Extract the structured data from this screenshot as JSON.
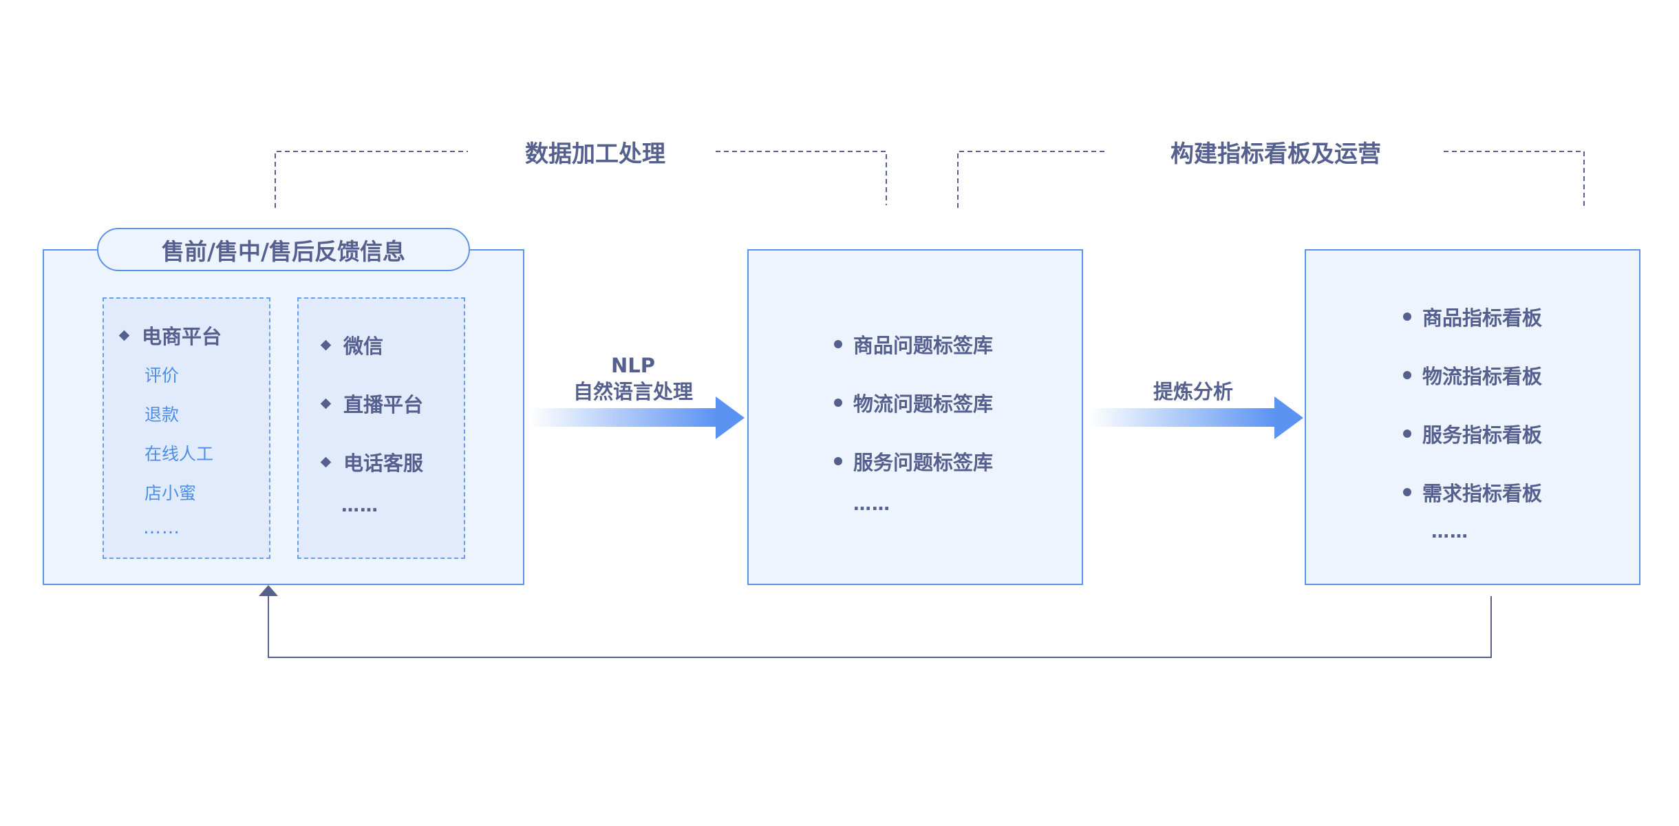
{
  "sections": {
    "left_title": "数据加工处理",
    "right_title": "构建指标看板及运营"
  },
  "source_box": {
    "title": "售前/售中/售后反馈信息",
    "group1": {
      "header": "电商平台",
      "items": [
        "评价",
        "退款",
        "在线人工",
        "店小蜜"
      ],
      "ellipsis": "……"
    },
    "group2": {
      "items": [
        "微信",
        "直播平台",
        "电话客服"
      ],
      "ellipsis": "……"
    }
  },
  "arrow1": {
    "line1": "NLP",
    "line2": "自然语言处理"
  },
  "tag_box": {
    "items": [
      "商品问题标签库",
      "物流问题标签库",
      "服务问题标签库"
    ],
    "ellipsis": "……"
  },
  "arrow2": {
    "label": "提炼分析"
  },
  "board_box": {
    "items": [
      "商品指标看板",
      "物流指标看板",
      "服务指标看板",
      "需求指标看板"
    ],
    "ellipsis": "……"
  },
  "colors": {
    "text": "#55608f",
    "accent": "#5b93e6",
    "sub_text": "#4d8ee8",
    "box_fill": "#eef4fd",
    "sub_fill": "#e1ebfc"
  }
}
